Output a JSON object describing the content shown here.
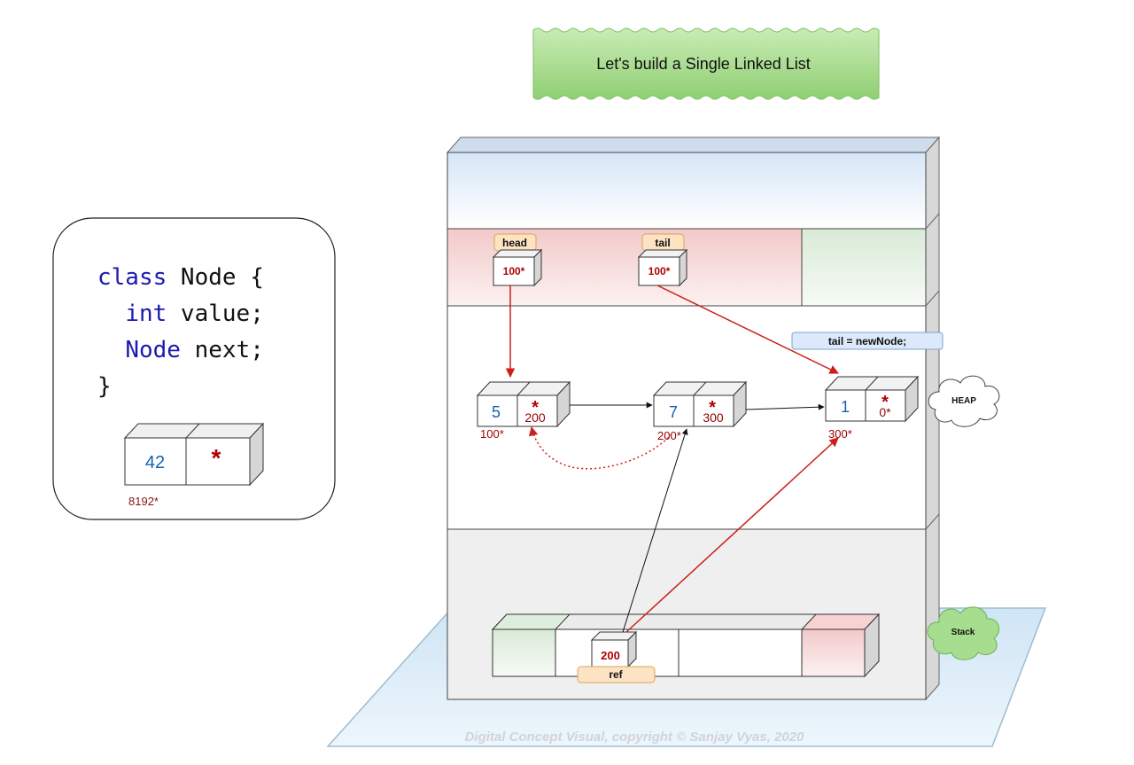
{
  "title": "Let's build a Single Linked List",
  "code": {
    "line1_kw": "class",
    "line1_rest": " Node {",
    "line2_kw": "int",
    "line2_rest": " value;",
    "line3_kw": "Node",
    "line3_rest": " next;",
    "line4": "}"
  },
  "sample_node": {
    "value": "42",
    "pointer": "*",
    "address": "8192*"
  },
  "head": {
    "label": "head",
    "value": "100*"
  },
  "tail": {
    "label": "tail",
    "value": "100*"
  },
  "tail_note": "tail = newNode;",
  "nodes": [
    {
      "value": "5",
      "star": "*",
      "next": "200",
      "address": "100*"
    },
    {
      "value": "7",
      "star": "*",
      "next": "300",
      "address": "200*"
    },
    {
      "value": "1",
      "star": "*",
      "next": "0*",
      "address": "300*"
    }
  ],
  "heap_label": "HEAP",
  "stack_label": "Stack",
  "ref": {
    "label": "ref",
    "value": "200"
  },
  "watermark": "Digital Concept Visual, copyright © Sanjay Vyas, 2020",
  "colors": {
    "arrow_red": "#cc1f1a",
    "value_blue": "#1a5fb4",
    "address_red": "#990000",
    "banner_green": "#a6d98a"
  }
}
